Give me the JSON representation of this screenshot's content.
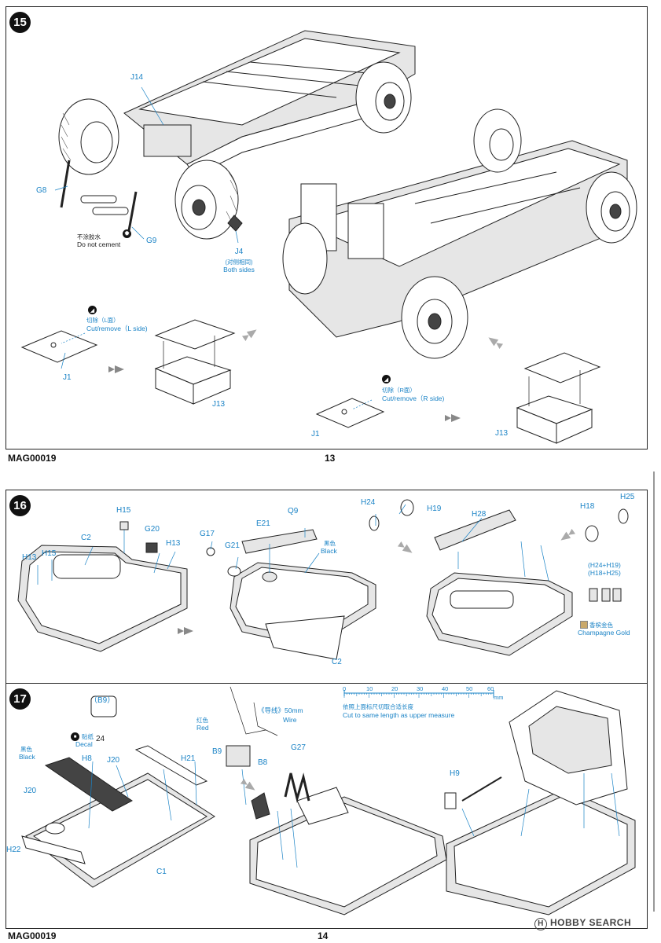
{
  "page_top": {
    "code": "MAG00019",
    "page_number": "13"
  },
  "page_bottom": {
    "code": "MAG00019",
    "page_number": "14"
  },
  "step15": {
    "number": "15",
    "labels": {
      "j14": "J14",
      "g8": "G8",
      "g9": "G9",
      "j4": "J4",
      "j1_left": "J1",
      "j13_left": "J13",
      "j1_right": "J1",
      "j13_right": "J13"
    },
    "do_not_cement_cn": "不涂胶水",
    "do_not_cement_en": "Do not cement",
    "both_sides_cn": "(对侧相同)",
    "both_sides_en": "Both sides",
    "cut_left_cn": "切除（L面）",
    "cut_left_en": "Cut/remove（L side)",
    "cut_right_cn": "切除（R面）",
    "cut_right_en": "Cut/remove（R side)"
  },
  "step16": {
    "number": "16",
    "labels": {
      "h15_top": "H15",
      "h13_left": "H13",
      "h15_left": "H15",
      "c2_left": "C2",
      "g20": "G20",
      "h13_right": "H13",
      "g17": "G17",
      "g21": "G21",
      "e21": "E21",
      "q9": "Q9",
      "c2_mid": "C2",
      "h24": "H24",
      "h19": "H19",
      "h28": "H28",
      "h18": "H18",
      "h25": "H25",
      "combo1": "(H24+H19)",
      "combo2": "(H18+H25)"
    },
    "black_cn": "黑色",
    "black_en": "Black",
    "gold_cn": "香槟金色",
    "gold_en": "Champagne Gold"
  },
  "step17": {
    "number": "17",
    "labels": {
      "b9_box": "（B9）",
      "decal_no": "24",
      "h8": "H8",
      "j20_top": "J20",
      "h21": "H21",
      "j20_left": "J20",
      "h22": "H22",
      "c1": "C1",
      "b9": "B9",
      "b8": "B8",
      "g27": "G27",
      "h9": "H9"
    },
    "decal_cn": "贴纸",
    "decal_en": "Decal",
    "black_cn": "黑色",
    "black_en": "Black",
    "red_cn": "红色",
    "red_en": "Red",
    "wire_cn": "《导线》50mm",
    "wire_en": "Wire",
    "ruler_ticks": [
      "0",
      "10",
      "20",
      "30",
      "40",
      "50",
      "60"
    ],
    "ruler_unit": "mm",
    "cut_note_cn": "依照上面标尺切取合适长度",
    "cut_note_en": "Cut to same length as upper measure"
  },
  "watermark": {
    "text": "HOBBY SEARCH"
  },
  "colors": {
    "callout_blue": "#1a83c6",
    "line_black": "#222222",
    "champagne_gold": "#c9a86b"
  }
}
